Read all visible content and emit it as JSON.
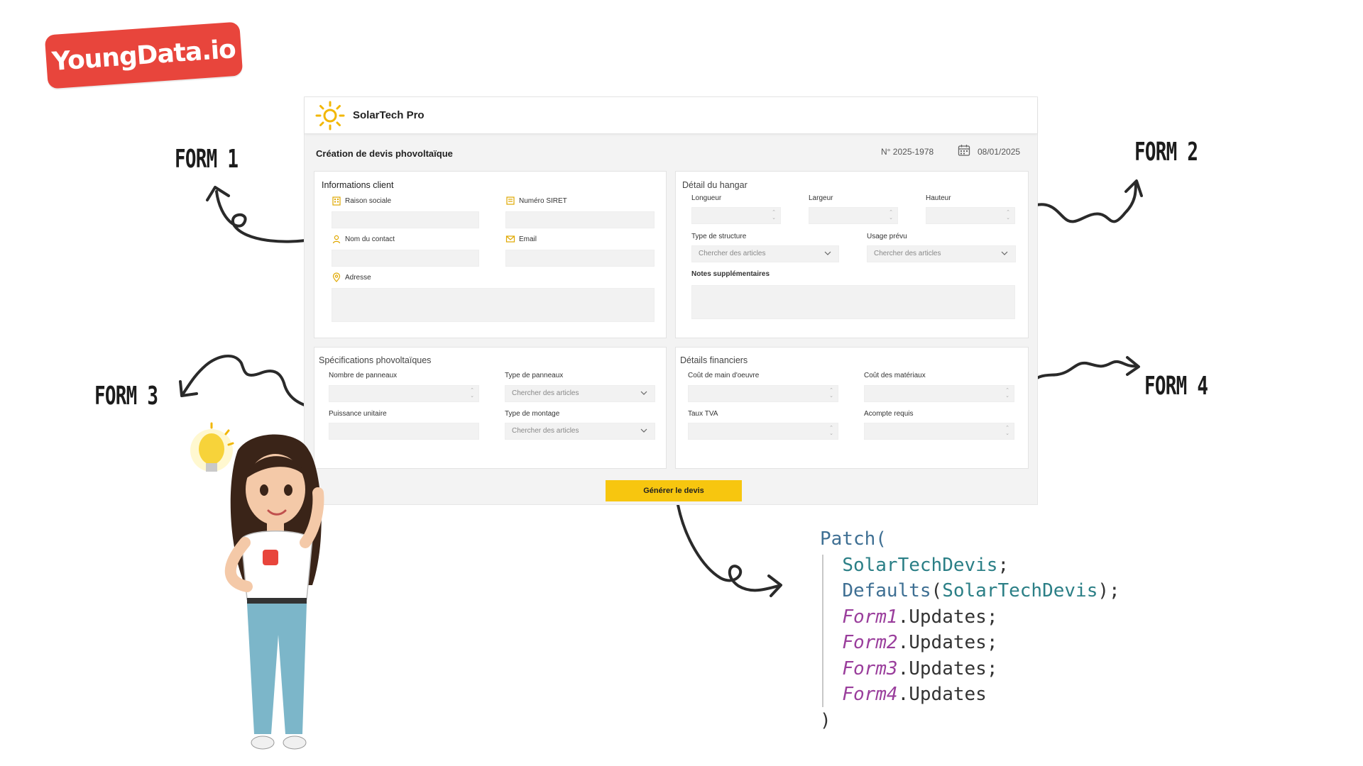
{
  "logo": {
    "text": "YoungData.io"
  },
  "annotations": {
    "form1": "FORM 1",
    "form2": "FORM 2",
    "form3": "FORM 3",
    "form4": "FORM 4"
  },
  "app": {
    "title": "SolarTech Pro",
    "icon": "sun-icon",
    "page_title": "Création de devis phovoltaïque",
    "quote_number": "N° 2025-1978",
    "date": "08/01/2025",
    "date_icon": "calendar-icon",
    "client_card": {
      "title": "Informations client",
      "raison_sociale": "Raison sociale",
      "siret": "Numéro SIRET",
      "contact": "Nom du contact",
      "email": "Email",
      "adresse": "Adresse"
    },
    "hangar_card": {
      "title": "Détail du hangar",
      "longueur": "Longueur",
      "largeur": "Largeur",
      "hauteur": "Hauteur",
      "structure": "Type de structure",
      "usage": "Usage prévu",
      "notes": "Notes supplémentaires",
      "search_placeholder": "Chercher des articles"
    },
    "pv_card": {
      "title": "Spécifications phovoltaïques",
      "nb_panneaux": "Nombre de panneaux",
      "type_panneaux": "Type de panneaux",
      "puissance": "Puissance unitaire",
      "type_montage": "Type de montage",
      "search_placeholder": "Chercher des articles"
    },
    "finance_card": {
      "title": "Détails financiers",
      "cout_main": "Coût de main d'oeuvre",
      "cout_materiaux": "Coût des matériaux",
      "tva": "Taux TVA",
      "acompte": "Acompte requis"
    },
    "submit_label": "Générer le devis"
  },
  "code": {
    "l1": "Patch(",
    "l2_id": "SolarTechDevis",
    "l2_end": ";",
    "l3_fn": "Defaults",
    "l3_open": "(",
    "l3_id": "SolarTechDevis",
    "l3_end": ");",
    "form1": "Form1",
    "form2": "Form2",
    "form3": "Form3",
    "form4": "Form4",
    "upd": ".Updates;",
    "upd_last": ".Updates",
    "close": ")"
  },
  "colors": {
    "brand": "#e8453c",
    "accent": "#f7c60f",
    "code_fn": "#3e6f93",
    "code_form": "#9a3e9c"
  }
}
